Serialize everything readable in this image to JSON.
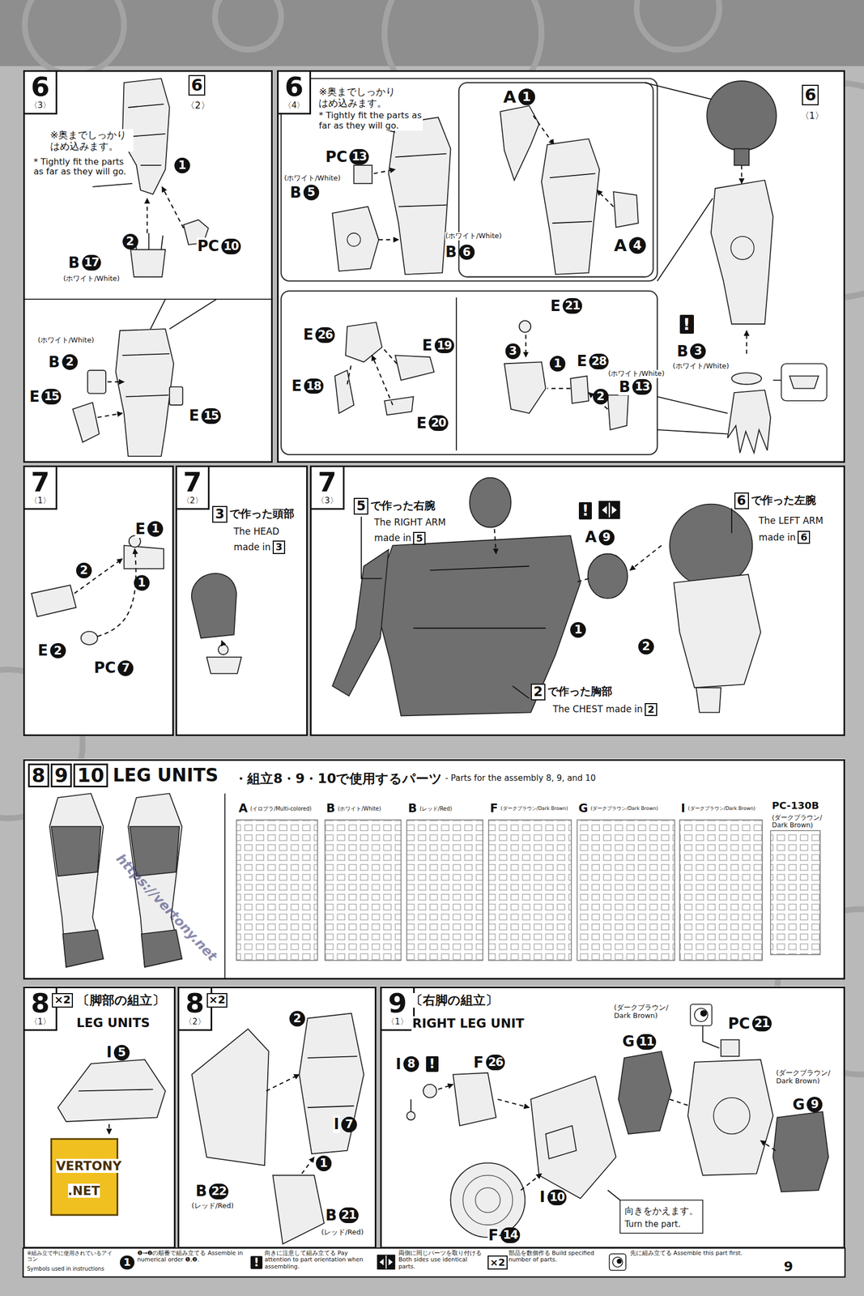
{
  "diagram": {
    "nodes": [
      {
        "text": [
          "6",
          "〈3〉"
        ]
      },
      {
        "text": [
          "6",
          "〈4〉"
        ]
      },
      {
        "text": [
          "7",
          "〈1〉"
        ]
      },
      {
        "text": [
          "7",
          "〈2〉"
        ]
      },
      {
        "text": [
          "7",
          "〈3〉"
        ]
      },
      {
        "text": [
          "8",
          "9",
          "10",
          "LEG UNITS"
        ]
      },
      {
        "text": [
          "8",
          "〈1〉"
        ]
      },
      {
        "text": [
          "8",
          "〈2〉"
        ]
      },
      {
        "text": [
          "9",
          "〈1〉"
        ]
      }
    ],
    "labels": [
      "6",
      "〈2〉",
      "※奥までしっかり はめ込みます。",
      "* Tightly fit the parts as far as they will go.",
      "1",
      "PC",
      "10",
      "2",
      "B",
      "17",
      "(ホワイト/White)",
      "(ホワイト/White)",
      "B",
      "2",
      "E",
      "15",
      "E",
      "15",
      "※奥までしっかり はめ込みます。",
      "* Tightly fit the parts as far as they will go.",
      "PC",
      "13",
      "(ホワイト/White)",
      "B",
      "5",
      "(ホワイト/White)",
      "B",
      "6",
      "A",
      "1",
      "A",
      "4",
      "6",
      "〈1〉",
      "!",
      "B",
      "3",
      "(ホワイト/White)",
      "E",
      "26",
      "E",
      "19",
      "E",
      "18",
      "E",
      "20",
      "E",
      "21",
      "3",
      "1",
      "E",
      "28",
      "2",
      "(ホワイト/White)",
      "B",
      "13",
      "E",
      "1",
      "2",
      "1",
      "E",
      "2",
      "PC",
      "7",
      "3",
      "で作った頭部",
      "The HEAD",
      "made in",
      "3",
      "5",
      "で作った右腕",
      "The RIGHT ARM",
      "made in",
      "5",
      "!",
      "A",
      "9",
      "1",
      "2",
      "6",
      "で作った左腕",
      "The LEFT ARM",
      "made in",
      "6",
      "2",
      "で作った胸部",
      "The CHEST made in",
      "2",
      "・組立8・9・10で使用するパーツ",
      "- Parts for the assembly 8, 9, and 10",
      "A",
      "(イロプラ/Multi-colored)",
      "B",
      "(ホワイト/White)",
      "B",
      "(レッド/Red)",
      "F",
      "(ダークブラウン/Dark Brown)",
      "G",
      "(ダークブラウン/Dark Brown)",
      "I",
      "(ダークブラウン/Dark Brown)",
      "PC-130B",
      "(ダークブラウン/ Dark Brown)",
      "https://vertony.net",
      "VERTONY",
      ".NET",
      "×2",
      "〔脚部の組立〕",
      "LEG UNITS",
      "I",
      "5",
      "×2",
      "B",
      "22",
      "(レッド/Red)",
      "I",
      "7",
      "1",
      "2",
      "B",
      "21",
      "(レッド/Red)",
      "〔右脚の組立〕",
      "RIGHT LEG UNIT",
      "I",
      "8",
      "!",
      "F",
      "26",
      "I",
      "10",
      "F",
      "14",
      "(ダークブラウン/ Dark Brown)",
      "G",
      "11",
      "PC",
      "21",
      "(ダークブラウン/ Dark Brown)",
      "G",
      "9",
      "向きをかえます。",
      "Turn the part.",
      "※組み立て中に使用されているアイコン",
      "Symbols used in instructions",
      "1",
      "!",
      "×2",
      "9"
    ],
    "legend": [
      {
        "text": "❶→❷の順番で組み立てる Assemble in numerical order ❶,❷."
      },
      {
        "text": "向きに注意して組み立てる Pay attention to part orientation when assembling."
      },
      {
        "text": "両側に同じパーツを取り付ける Both sides use identical parts."
      },
      {
        "text": "部品を数個作る Build specified number of parts."
      },
      {
        "text": "先に組み立てる Assemble this part first."
      }
    ]
  }
}
